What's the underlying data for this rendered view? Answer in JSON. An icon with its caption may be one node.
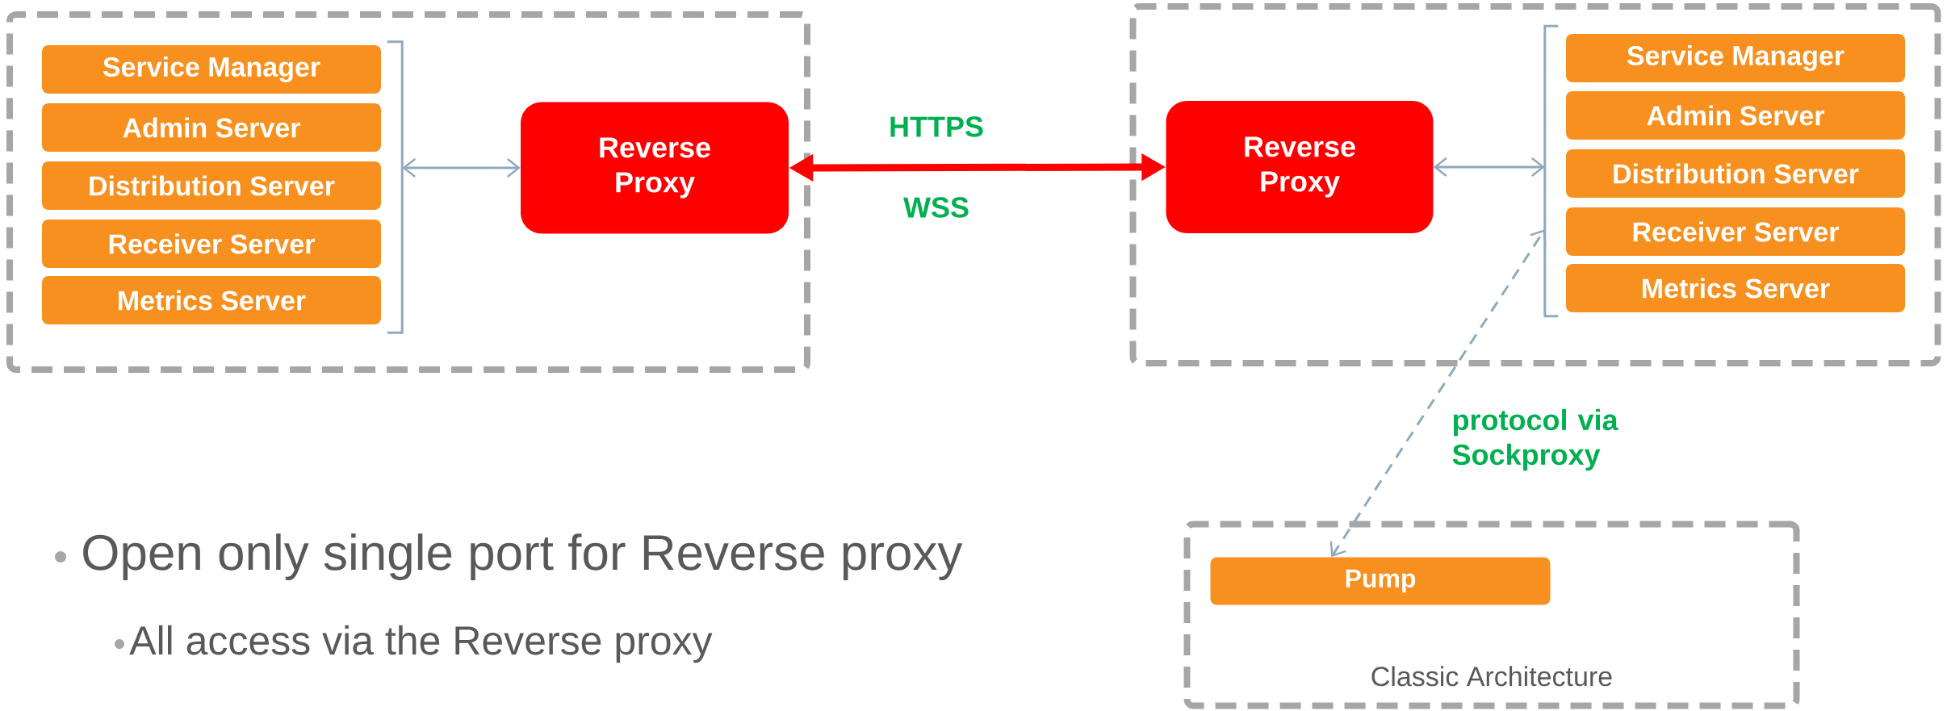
{
  "diagram": {
    "nodes": [
      {
        "text": [],
        "shape": "box"
      },
      {
        "text": [
          "Service Manager"
        ],
        "in": 0
      },
      {
        "text": [
          "Admin Server"
        ],
        "in": 0
      },
      {
        "text": [
          "Distribution Server"
        ],
        "in": 0
      },
      {
        "text": [
          "Receiver Server"
        ],
        "in": 0
      },
      {
        "text": [
          "Metrics Server"
        ],
        "in": 0
      },
      {
        "text": [],
        "shape": "bracket",
        "in": 0
      },
      {
        "text": [
          "Reverse Proxy"
        ],
        "in": 0
      },
      {
        "text": [],
        "shape": "box"
      },
      {
        "text": [
          "Reverse Proxy"
        ],
        "in": 8
      },
      {
        "text": [],
        "shape": "bracket",
        "in": 8
      },
      {
        "text": [
          "Service Manager"
        ],
        "in": 8
      },
      {
        "text": [
          "Admin Server"
        ],
        "in": 8
      },
      {
        "text": [
          "Distribution Server"
        ],
        "in": 8
      },
      {
        "text": [
          "Receiver Server"
        ],
        "in": 8
      },
      {
        "text": [
          "Metrics Server"
        ],
        "in": 8
      },
      {
        "text": [
          "Classic Architecture"
        ]
      },
      {
        "text": [
          "Pump"
        ],
        "in": 16
      }
    ],
    "edges": [
      {
        "from": 6,
        "to": 7,
        "arrow": "both"
      },
      {
        "from": 7,
        "to": 9,
        "arrow": "both",
        "label": "HTTPS",
        "style": "thick",
        "color": "#ff0000"
      },
      {
        "from": 9,
        "to": 10,
        "arrow": "both"
      },
      {
        "from": 17,
        "to": 10,
        "arrow": "both",
        "style": "dashed",
        "label": "protocol via Sockproxy"
      }
    ],
    "labels": [
      "WSS",
      "Open only single port for Reverse proxy",
      "All access via the Reverse proxy"
    ]
  }
}
